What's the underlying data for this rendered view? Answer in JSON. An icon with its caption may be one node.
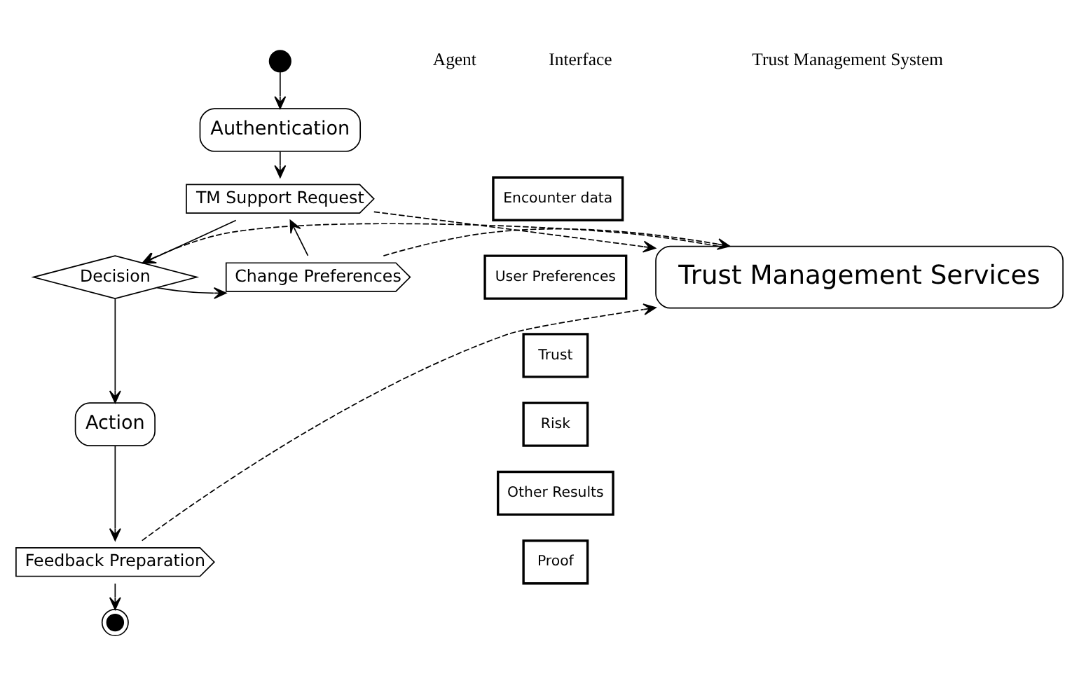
{
  "diagram": {
    "nodes": [
      {
        "text": [],
        "shape": "circle"
      },
      {
        "text": [
          "Authentication"
        ]
      },
      {
        "text": [
          "TM Support Request"
        ]
      },
      {
        "text": [
          "Change Preferences"
        ]
      },
      {
        "text": [
          "Decision"
        ]
      },
      {
        "text": [
          "Action"
        ]
      },
      {
        "text": [
          "Feedback Preparation"
        ]
      },
      {
        "text": [],
        "shape": "circle"
      },
      {
        "text": [
          "Encounter data"
        ]
      },
      {
        "text": [
          "User Preferences"
        ]
      },
      {
        "text": [
          "Trust"
        ]
      },
      {
        "text": [
          "Risk"
        ]
      },
      {
        "text": [
          "Other Results"
        ]
      },
      {
        "text": [
          "Proof"
        ]
      },
      {
        "text": [
          "Trust Management Services"
        ]
      }
    ],
    "edges": [
      {
        "from": 0,
        "to": 1,
        "arrow": "to"
      },
      {
        "from": 1,
        "to": 2,
        "arrow": "to"
      },
      {
        "from": 2,
        "to": 4,
        "arrow": "to"
      },
      {
        "from": 4,
        "to": 3,
        "arrow": "to"
      },
      {
        "from": 3,
        "to": 2,
        "arrow": "to"
      },
      {
        "from": 4,
        "to": 5,
        "arrow": "to"
      },
      {
        "from": 5,
        "to": 6,
        "arrow": "to"
      },
      {
        "from": 6,
        "to": 7,
        "arrow": "to"
      },
      {
        "from": 2,
        "to": 14,
        "arrow": "to",
        "style": "dashed"
      },
      {
        "from": 3,
        "to": 14,
        "arrow": "to",
        "style": "dashed"
      },
      {
        "from": 14,
        "to": 4,
        "arrow": "to",
        "style": "dashed"
      },
      {
        "from": 6,
        "to": 14,
        "arrow": "to",
        "style": "dashed"
      }
    ],
    "labels": [
      "Agent",
      "Interface",
      "Trust Management System"
    ]
  }
}
